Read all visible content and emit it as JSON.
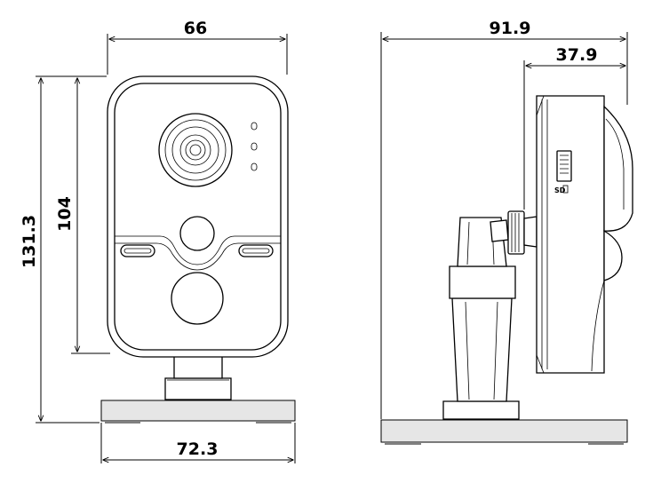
{
  "dimensions": {
    "front_width_top": "66",
    "front_height_body": "104",
    "front_height_total": "131.3",
    "front_width_base": "72.3",
    "side_depth_total": "91.9",
    "side_depth_body": "37.9"
  },
  "labels": {
    "sd_slot": "SD"
  }
}
